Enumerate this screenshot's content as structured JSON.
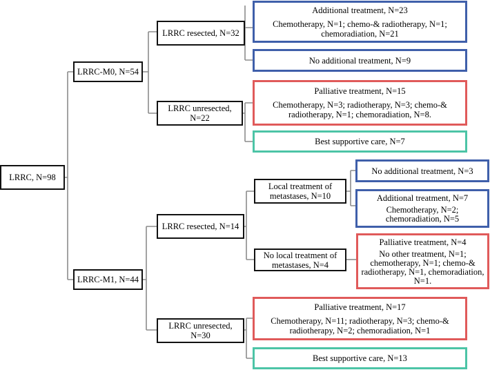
{
  "colors": {
    "line": "#8c8c8c",
    "blue": "#3f5faa",
    "red": "#e05a5a",
    "green": "#4cc4a6",
    "plain": "#111111"
  },
  "root": "LRRC, N=98",
  "m0": {
    "label": "LRRC-M0, N=54",
    "resected": {
      "label": "LRRC resected, N=32",
      "additional": {
        "title": "Additional treatment, N=23",
        "detail": "Chemotherapy, N=1; chemo-& radiotherapy, N=1; chemoradiation, N=21"
      },
      "none": "No additional treatment, N=9"
    },
    "unresected": {
      "label": "LRRC unresected, N=22",
      "palliative": {
        "title": "Palliative treatment, N=15",
        "detail": "Chemotherapy, N=3; radiotherapy, N=3; chemo-& radiotherapy, N=1; chemoradiation, N=8."
      },
      "supportive": "Best supportive care, N=7"
    }
  },
  "m1": {
    "label": "LRRC-M1, N=44",
    "resected": {
      "label": "LRRC resected, N=14",
      "local": {
        "label": "Local treatment of metastases, N=10",
        "none": "No additional treatment, N=3",
        "additional": {
          "title": "Additional treatment, N=7",
          "detail": "Chemotherapy, N=2; chemoradiation, N=5"
        }
      },
      "nolocal": {
        "label": "No local treatment of metastases, N=4",
        "palliative": {
          "title": "Palliative treatment, N=4",
          "detail": "No other treatment, N=1; chemotherapy, N=1; chemo-& radiotherapy, N=1, chemoradiation, N=1."
        }
      }
    },
    "unresected": {
      "label": "LRRC unresected, N=30",
      "palliative": {
        "title": "Palliative treatment, N=17",
        "detail": "Chemotherapy, N=11; radiotherapy, N=3; chemo-& radiotherapy, N=2; chemoradiation, N=1"
      },
      "supportive": "Best supportive care, N=13"
    }
  }
}
